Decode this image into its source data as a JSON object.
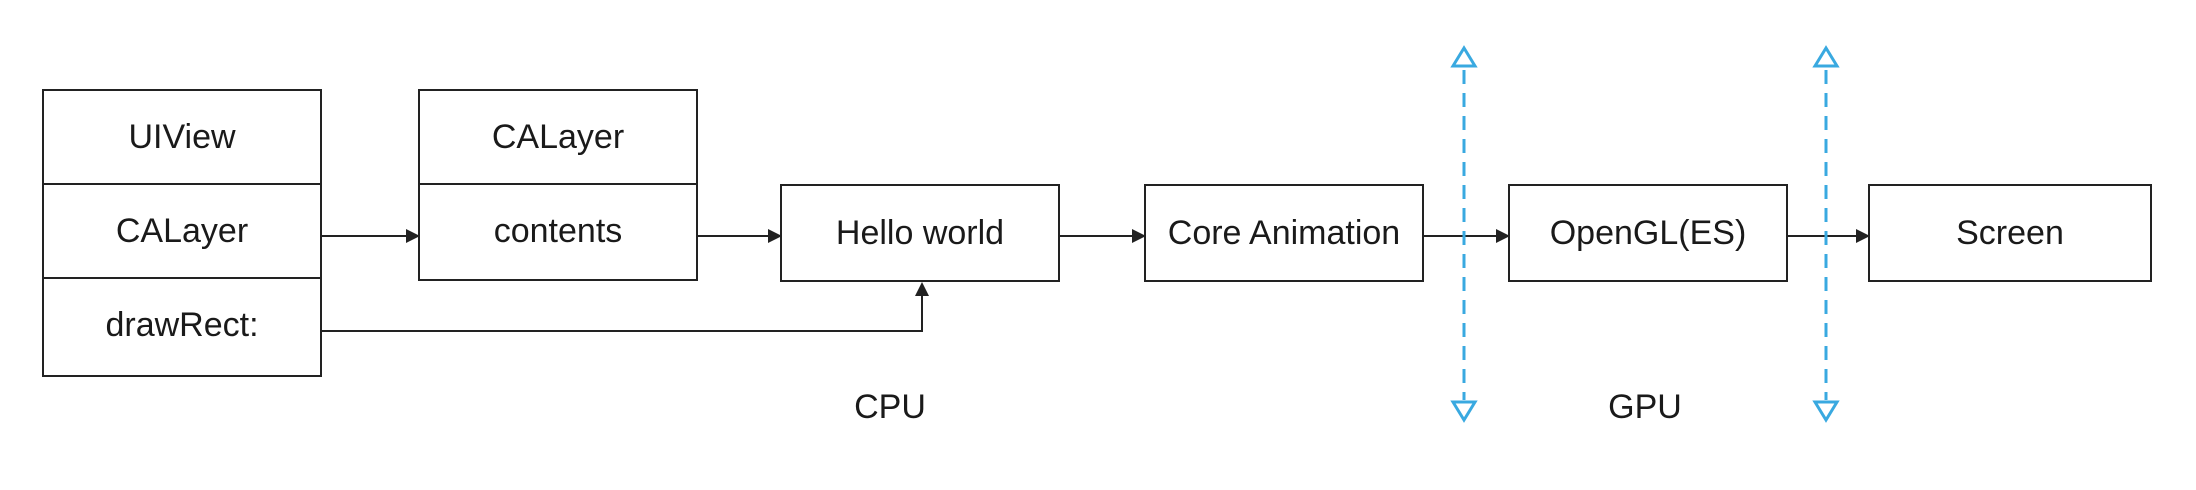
{
  "view_stack": {
    "cells": [
      "UIView",
      "CALayer",
      "drawRect:"
    ]
  },
  "layer_stack": {
    "cells": [
      "CALayer",
      "contents"
    ]
  },
  "pipeline": {
    "hello_world": "Hello world",
    "core_animation": "Core Animation",
    "opengl": "OpenGL(ES)",
    "screen": "Screen"
  },
  "regions": {
    "cpu": "CPU",
    "gpu": "GPU"
  },
  "colors": {
    "stroke": "#222222",
    "divider": "#39a9e0"
  }
}
